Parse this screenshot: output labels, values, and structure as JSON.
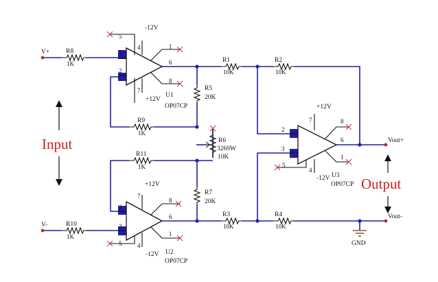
{
  "signal_labels": {
    "input": "Input",
    "output": "Output"
  },
  "ports": {
    "vp": "V+",
    "vm": "V-",
    "voutp": "Vout+",
    "voutm": "Vout-",
    "gnd": "GND"
  },
  "supply": {
    "neg": "-12V",
    "pos": "+12V"
  },
  "pin_numbers": {
    "p1": "1",
    "p2": "2",
    "p3": "3",
    "p4": "4",
    "p5": "5",
    "p6": "6",
    "p7": "7",
    "p8": "8"
  },
  "components": {
    "R1": {
      "ref": "R1",
      "value": "10K"
    },
    "R2": {
      "ref": "R2",
      "value": "10K"
    },
    "R3": {
      "ref": "R3",
      "value": "10K"
    },
    "R4": {
      "ref": "R4",
      "value": "10K"
    },
    "R5": {
      "ref": "R5",
      "value": "20K"
    },
    "R6": {
      "ref": "R6",
      "part": "3269W",
      "value": "10K"
    },
    "R7": {
      "ref": "R7",
      "value": "20K"
    },
    "R8": {
      "ref": "R8",
      "value": "1K"
    },
    "R9": {
      "ref": "R9",
      "value": "1K"
    },
    "R10": {
      "ref": "R10",
      "value": "1K"
    },
    "R11": {
      "ref": "R11",
      "value": "1K"
    },
    "U1": {
      "ref": "U1",
      "part": "OP07CP"
    },
    "U2": {
      "ref": "U2",
      "part": "OP07CP"
    },
    "U3": {
      "ref": "U3",
      "part": "OP07CP"
    }
  },
  "colors": {
    "wire": "#1f1fa0",
    "body": "#111111",
    "label": "#cc2020",
    "nc_mark": "#c63a3a"
  }
}
